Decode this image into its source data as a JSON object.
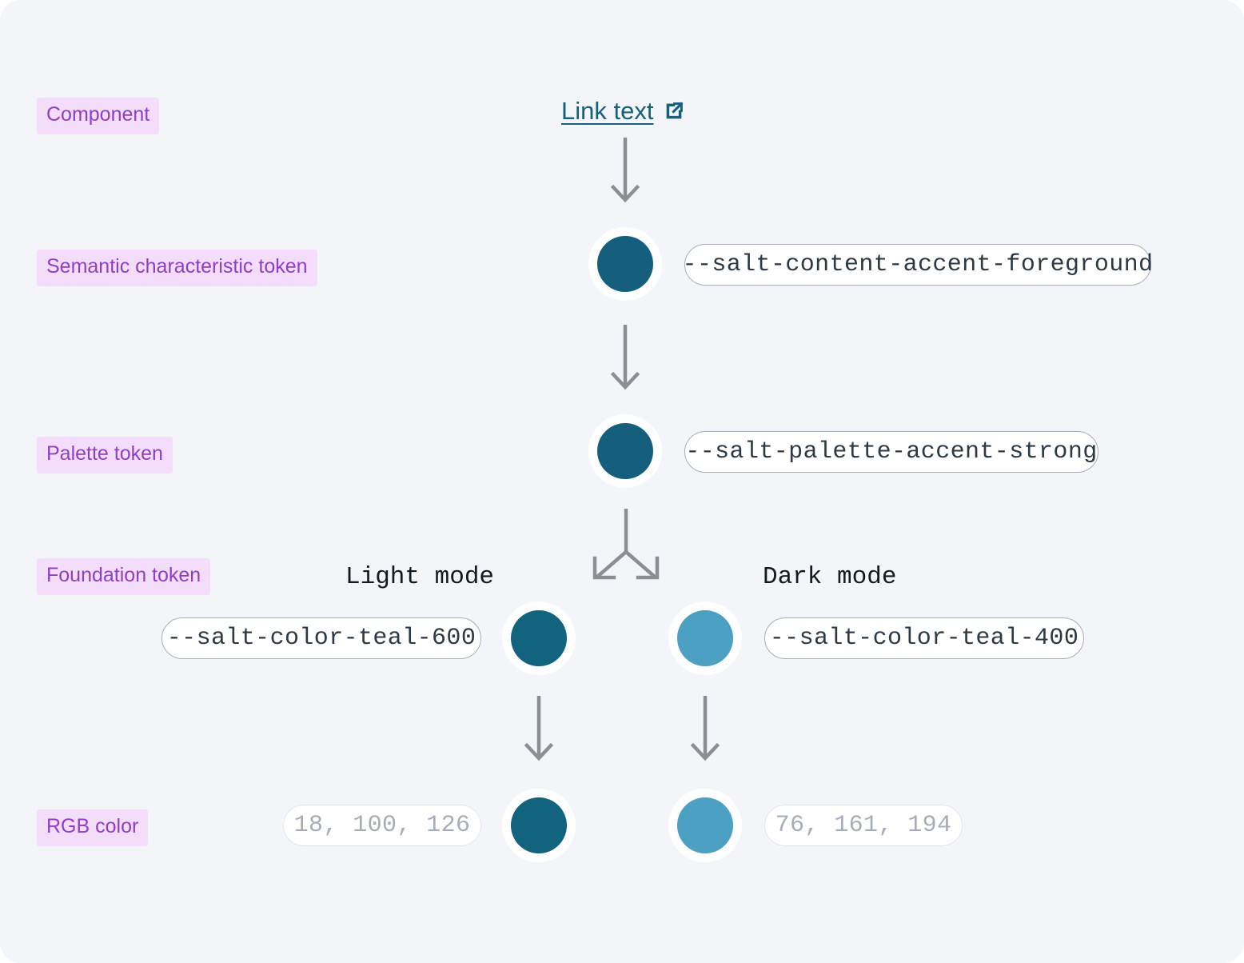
{
  "page": {
    "background_color": "#f4f5f8",
    "title": "Salt design system colour token chain"
  },
  "categories": [
    {
      "id": "component",
      "label": "Component"
    },
    {
      "id": "semantic",
      "label": "Semantic characteristic token"
    },
    {
      "id": "palette",
      "label": "Palette token"
    },
    {
      "id": "foundation",
      "label": "Foundation token"
    },
    {
      "id": "rgb",
      "label": "RGB color"
    }
  ],
  "component": {
    "link_label": "Link text",
    "link_icon": "external-link-icon",
    "link_color": "#15607d"
  },
  "rows": {
    "semantic": {
      "token": "--salt-content-accent-foreground",
      "swatch_color": "#165f7c"
    },
    "palette": {
      "token": "--salt-palette-accent-strong",
      "swatch_color": "#165f7c"
    },
    "foundation": {
      "light_mode_label": "Light mode",
      "dark_mode_label": "Dark mode",
      "light_token": "--salt-color-teal-600",
      "dark_token": "--salt-color-teal-400",
      "light_swatch_color": "#12647e",
      "dark_swatch_color": "#4ca1c2"
    },
    "rgb": {
      "light_value": "18, 100, 126",
      "dark_value": "76, 161, 194",
      "light_swatch_color": "#12647e",
      "dark_swatch_color": "#4ca1c2"
    }
  },
  "arrows": {
    "color": "#8b8f94",
    "component_to_semantic": "arrow-down-icon",
    "semantic_to_palette": "arrow-down-icon",
    "palette_branch": "arrow-branch-down-icon",
    "light_to_rgb": "arrow-down-icon",
    "dark_to_rgb": "arrow-down-icon"
  }
}
